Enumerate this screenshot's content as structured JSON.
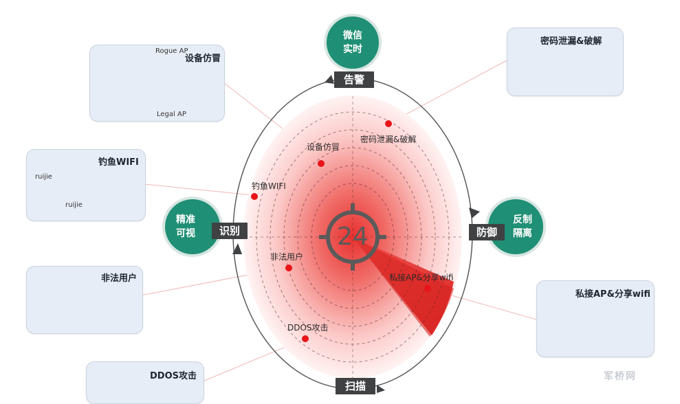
{
  "center_number": "24",
  "nodes": {
    "top": {
      "text": "微信\n实时",
      "tag": "告警"
    },
    "left": {
      "text": "精准\n可视",
      "tag": "识别"
    },
    "right": {
      "text": "反制\n隔离",
      "tag": "防御"
    },
    "bottom": {
      "tag": "扫描"
    }
  },
  "radar_labels": {
    "device_impersonation": "设备仿冒",
    "password_leak": "密码泄漏&破解",
    "phishing_wifi": "钓鱼WIFI",
    "illegal_user": "非法用户",
    "private_ap": "私接AP&分享wifi",
    "ddos": "DDOS攻击"
  },
  "cards": {
    "device_impersonation": {
      "title": "设备仿冒",
      "rogue_ap": "Rogue AP",
      "legal_ap": "Legal AP"
    },
    "phishing_wifi": {
      "title": "钓鱼WIFI",
      "ssid1": "ruijie",
      "ssid2": "ruijie"
    },
    "illegal_user": {
      "title": "非法用户"
    },
    "ddos": {
      "title": "DDOS攻击"
    },
    "password_leak": {
      "title": "密码泄漏&破解"
    },
    "private_ap": {
      "title": "私接AP&分享wifi"
    }
  },
  "watermark": "军桥网",
  "colors": {
    "node_green": "#1f8f75",
    "radar_red": "#e8312f",
    "tag_gray": "#404143",
    "card_bg": "#e7edf6"
  }
}
